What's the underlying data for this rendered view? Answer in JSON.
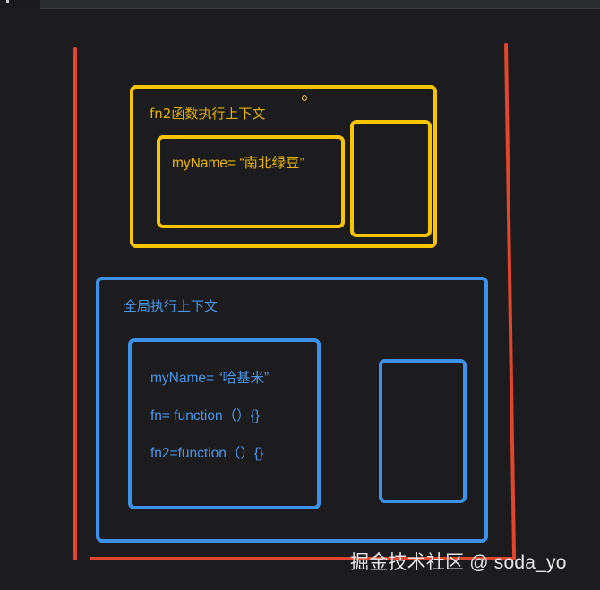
{
  "diagram": {
    "title": "Execution context stack diagram",
    "colors": {
      "background": "#1c1c1e",
      "stack_outline": "#e0452e",
      "fn2_context": "#f8c400",
      "global_context": "#3e91e8"
    },
    "fn2_context": {
      "label": "fn2函数执行上下文",
      "variable_environment": {
        "entries": [
          "myName= “南北绿豆”"
        ]
      },
      "lexical_environment": {
        "entries": []
      }
    },
    "global_context": {
      "label": "全局执行上下文",
      "variable_environment": {
        "entries": [
          "myName= “哈基米”",
          "fn= function（）{}",
          "fn2=function（）{}"
        ]
      },
      "lexical_environment": {
        "entries": []
      }
    },
    "watermark": "掘金技术社区 @ soda_yo"
  }
}
